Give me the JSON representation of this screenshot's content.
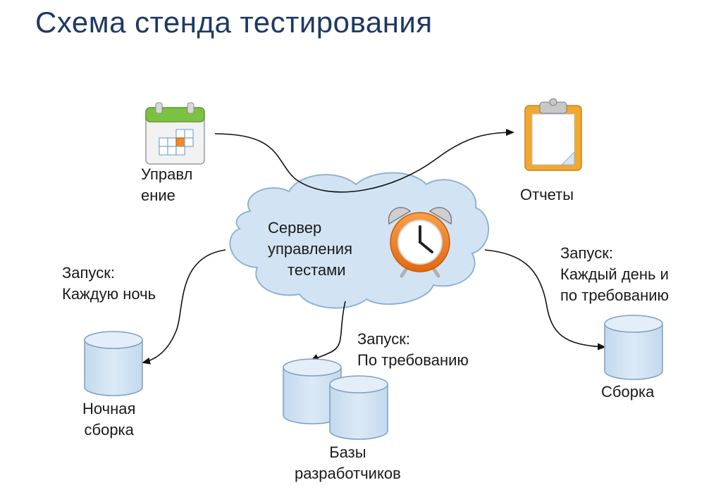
{
  "title": "Схема стенда тестирования",
  "nodes": {
    "management": [
      "Управл",
      "ение"
    ],
    "reports": "Отчеты",
    "server": [
      "Сервер",
      "управления",
      "тестами"
    ],
    "nightly": [
      "Ночная",
      "сборка"
    ],
    "dev_dbs": [
      "Базы",
      "разработчиков"
    ],
    "build": "Сборка"
  },
  "edges": {
    "nightly_run": [
      "Запуск:",
      "Каждую ночь"
    ],
    "dev_run": [
      "Запуск:",
      "По требованию"
    ],
    "build_run": [
      "Запуск:",
      "Каждый день и",
      "по требованию"
    ]
  },
  "colors": {
    "title": "#1f3864",
    "cloud_fill": "#d2e4f3",
    "cloud_stroke": "#8fb3d3",
    "db_fill": "#cfe2f3",
    "db_stroke": "#7f9fbe",
    "clock": "#ee7b22",
    "clipboard": "#f0a830",
    "calendar_green": "#7cc242"
  }
}
